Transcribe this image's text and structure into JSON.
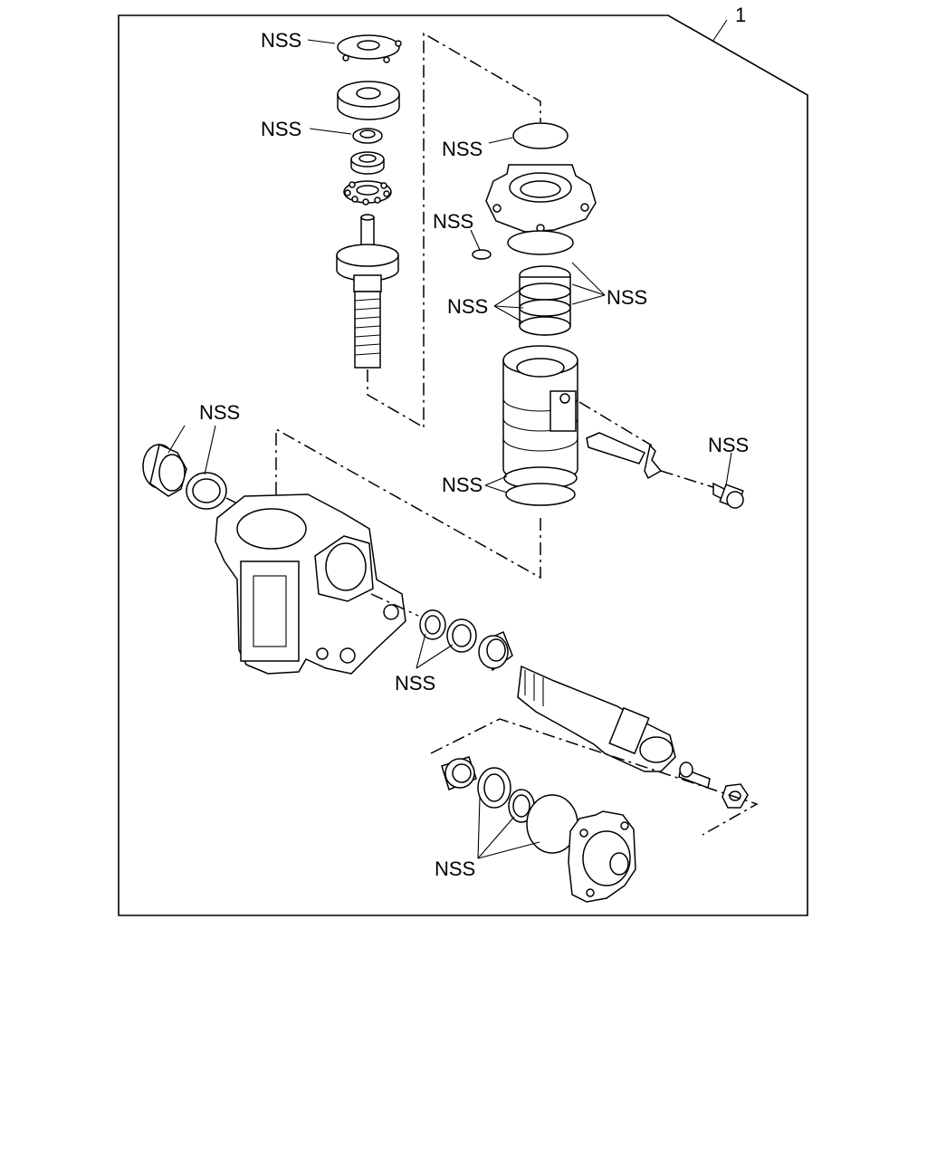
{
  "diagram": {
    "kit_callout": "1",
    "labels": [
      "NSS",
      "NSS",
      "NSS",
      "NSS",
      "NSS",
      "NSS",
      "NSS",
      "NSS",
      "NSS",
      "NSS",
      "NSS"
    ]
  }
}
